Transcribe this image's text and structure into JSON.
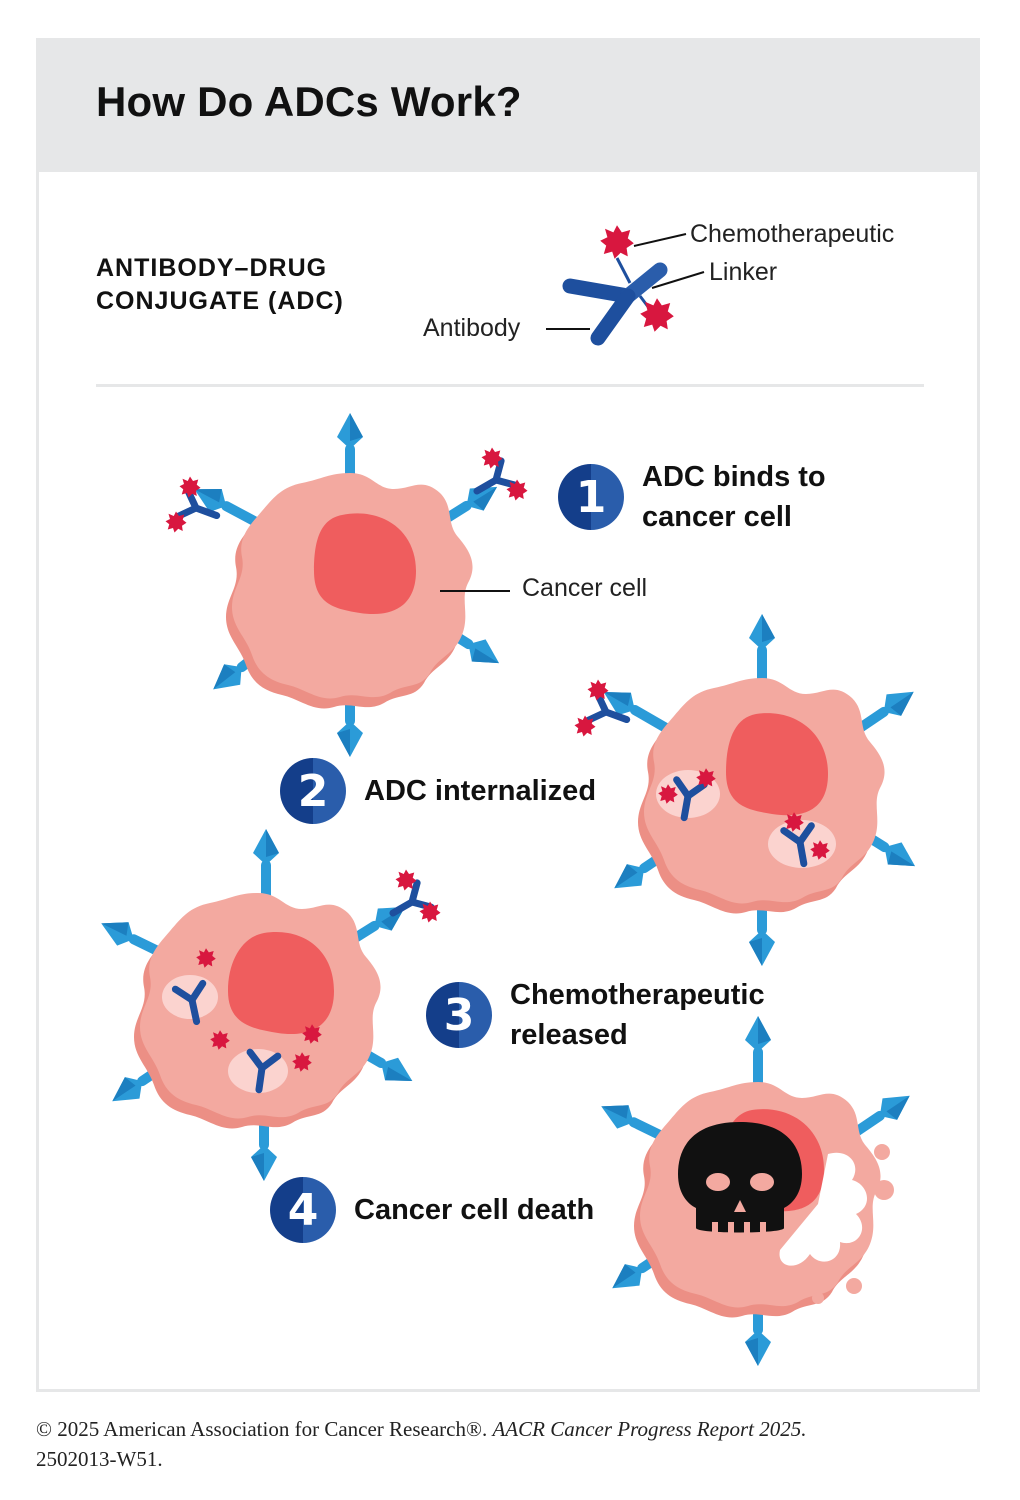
{
  "header": {
    "title": "How Do ADCs Work?"
  },
  "adc": {
    "heading_line1": "ANTIBODY–DRUG",
    "heading_line2": "CONJUGATE (ADC)",
    "labels": {
      "chemotherapeutic": "Chemotherapeutic",
      "linker": "Linker",
      "antibody": "Antibody"
    }
  },
  "cell_label": "Cancer cell",
  "steps": [
    {
      "number": "1",
      "line1": "ADC binds to",
      "line2": "cancer cell"
    },
    {
      "number": "2",
      "line1": "ADC internalized"
    },
    {
      "number": "3",
      "line1": "Chemotherapeutic",
      "line2": "released"
    },
    {
      "number": "4",
      "line1": "Cancer cell death"
    }
  ],
  "footer": {
    "copyright": "© 2025 American Association for Cancer Research®.",
    "report": "AACR Cancer Progress Report 2025.",
    "code": "2502013-W51."
  },
  "colors": {
    "header_bg": "#e6e7e8",
    "cell_outer": "#f3a9a0",
    "cell_shadow": "#ec8f85",
    "nucleus": "#ef5d5e",
    "receptor": "#2b9bd8",
    "antibody": "#1e4f9e",
    "drug": "#d8173f",
    "badge": "#1a4593"
  }
}
